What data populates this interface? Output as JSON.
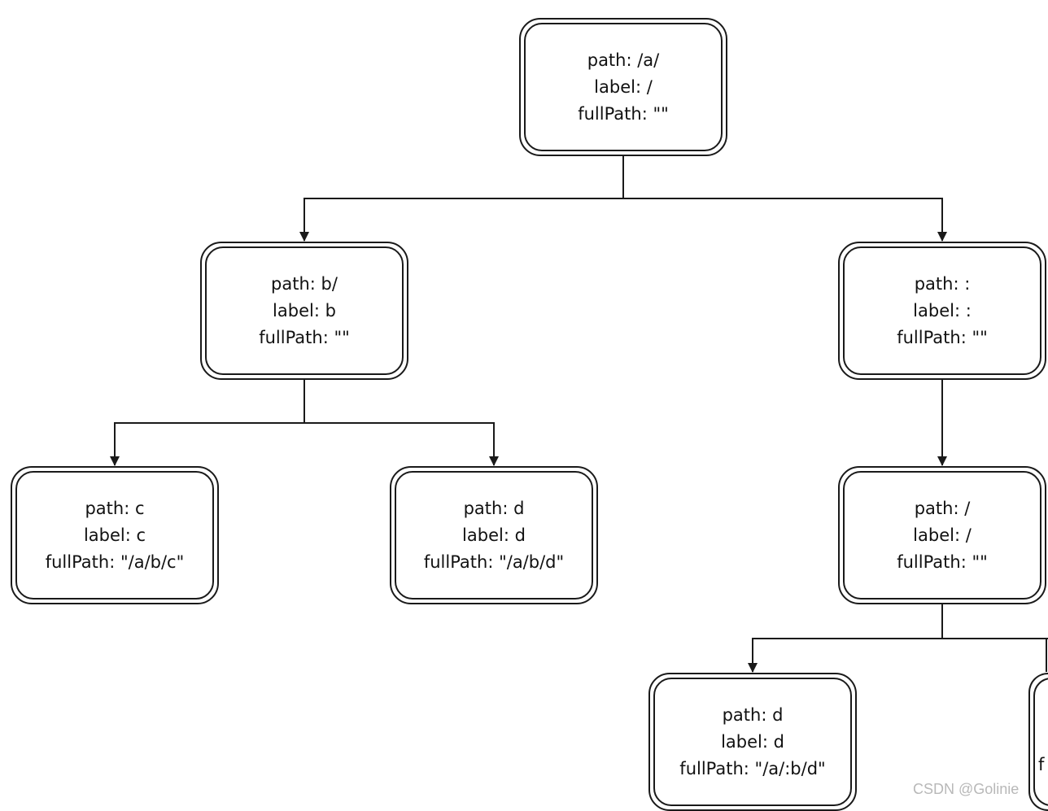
{
  "nodes": [
    {
      "path": "path: /a/",
      "label": "label: /",
      "fullPath": "fullPath: \"\""
    },
    {
      "path": "path: b/",
      "label": "label: b",
      "fullPath": "fullPath: \"\""
    },
    {
      "path": "path: :",
      "label": "label: :",
      "fullPath": "fullPath: \"\""
    },
    {
      "path": "path: c",
      "label": "label: c",
      "fullPath": "fullPath: \"/a/b/c\""
    },
    {
      "path": "path: d",
      "label": "label: d",
      "fullPath": "fullPath: \"/a/b/d\""
    },
    {
      "path": "path: /",
      "label": "label: /",
      "fullPath": "fullPath: \"\""
    },
    {
      "path": "path: d",
      "label": "label: d",
      "fullPath": "fullPath: \"/a/:b/d\""
    },
    {
      "path": "",
      "label": "",
      "fullPath": "f"
    }
  ],
  "watermark": "CSDN @Golinie"
}
